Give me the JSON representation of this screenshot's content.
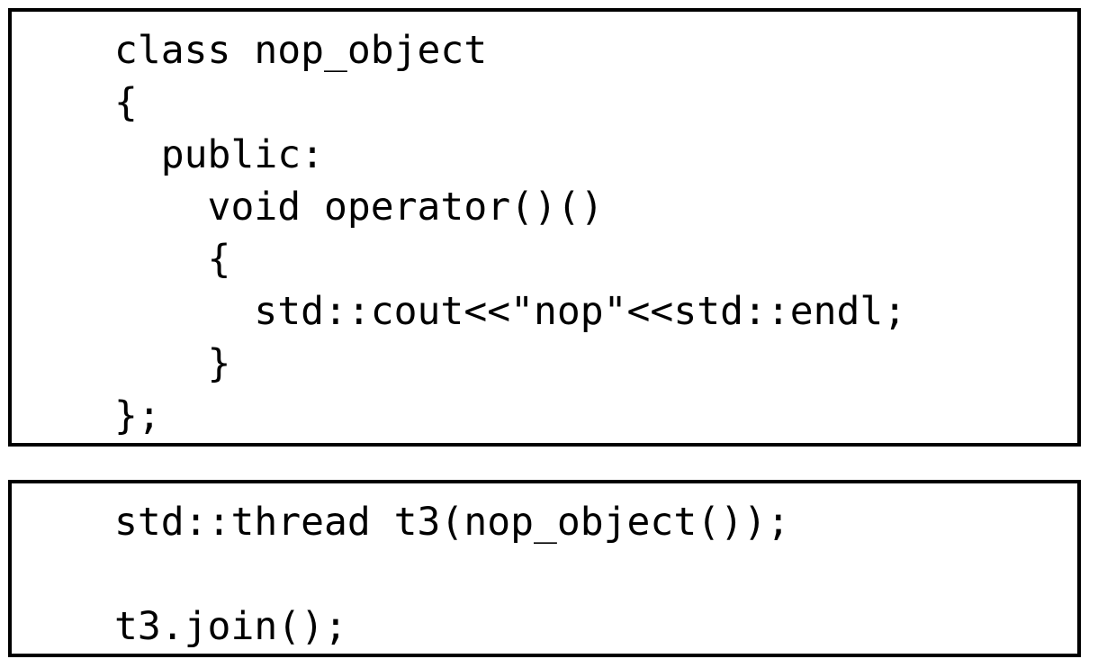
{
  "class_block": {
    "lines": [
      "class nop_object",
      "{",
      "  public:",
      "    void operator()()",
      "    {",
      "      std::cout<<\"nop\"<<std::endl;",
      "    }",
      "};"
    ]
  },
  "usage_block": {
    "lines": [
      "std::thread t3(nop_object());",
      "",
      "t3.join();"
    ]
  }
}
